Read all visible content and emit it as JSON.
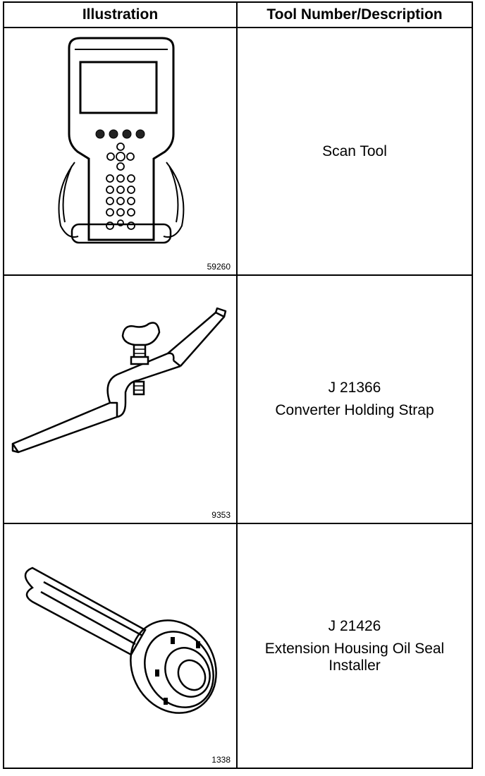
{
  "table": {
    "headers": {
      "illustration": "Illustration",
      "tool": "Tool Number/Description"
    },
    "rows": [
      {
        "figure": "59260",
        "tool_number": "",
        "description": "Scan Tool",
        "icon": "scan-tool-icon"
      },
      {
        "figure": "9353",
        "tool_number": "J 21366",
        "description": "Converter Holding Strap",
        "icon": "holding-strap-icon"
      },
      {
        "figure": "1338",
        "tool_number": "J 21426",
        "description_line1": "Extension Housing Oil Seal",
        "description_line2": "Installer",
        "icon": "seal-installer-icon"
      }
    ]
  }
}
